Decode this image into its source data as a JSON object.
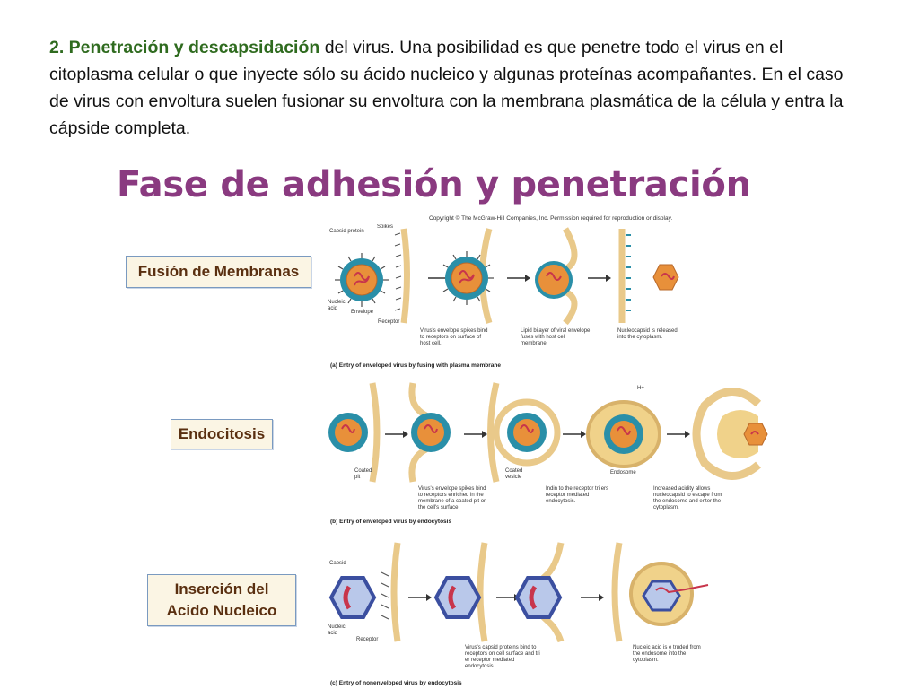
{
  "intro": {
    "lead": "2. Penetración y descapsidación",
    "text": " del virus. Una posibilidad es que penetre todo el virus en el citoplasma celular o que inyecte sólo su ácido nucleico y algunas proteínas acompañantes. En el caso de virus con envoltura suelen fusionar su envoltura con la membrana plasmática de la célula y entra la cápside completa."
  },
  "figure": {
    "title": "Fase de adhesión y penetración",
    "copyright": "Copyright © The McGraw-Hill Companies, Inc. Permission required for reproduction or display."
  },
  "rows": [
    {
      "label": "Fusión de Membranas",
      "parts": [
        "Capsid protein",
        "Spikes",
        "Nucleic acid",
        "Envelope",
        "Receptor"
      ],
      "captions": [
        "Virus's envelope spikes bind to receptors on surface of host cell.",
        "Lipid bilayer of viral envelope fuses with host cell membrane.",
        "Nucleocapsid is released into the cytoplasm."
      ],
      "subcaption": "(a) Entry of enveloped virus by fusing with plasma membrane"
    },
    {
      "label": "Endocitosis",
      "parts": [
        "Coated pit",
        "Coated vesicle",
        "Endosome",
        "H+"
      ],
      "captions": [
        "Virus's envelope spikes bind to receptors enriched in the membrane of a coated pit on the cell's surface.",
        "Indin to the receptor tri ers receptor mediated endocytosis.",
        "Increased acidity allows nucleocapsid to escape from the endosome and enter the cytoplasm."
      ],
      "subcaption": "(b) Entry of enveloped virus by endocytosis"
    },
    {
      "label_line1": "Inserción del",
      "label_line2": "Acido Nucleico",
      "parts": [
        "Capsid",
        "Nucleic acid",
        "Receptor"
      ],
      "captions": [
        "Virus's capsid proteins bind to receptors on cell surface and tri er receptor mediated endocytosis.",
        "Nucleic acid is e truded from the endosome into the cytoplasm."
      ],
      "subcaption": "(c) Entry of nonenveloped virus by endocytosis"
    }
  ],
  "colors": {
    "title": "#8a3a80",
    "lead": "#2f6b1f",
    "label_text": "#5a2f10",
    "membrane": "#e9c98a",
    "envelope": "#2a8fa8",
    "capsid": "#e8903a",
    "nucleic_acid": "#c8354b",
    "hex_capsid": "#3b4fa0"
  }
}
